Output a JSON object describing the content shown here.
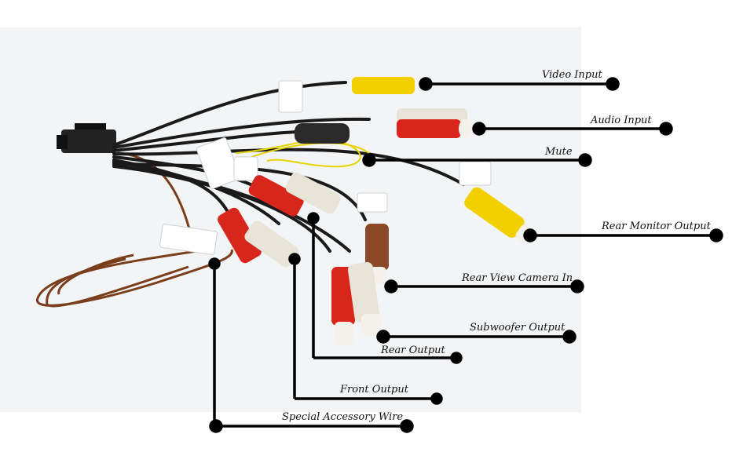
{
  "labels": {
    "video_input": "Video Input",
    "audio_input": "Audio  Input",
    "mute": "Mute",
    "rear_monitor_output": "Rear Monitor Output",
    "rear_view_camera_in": "Rear View Camera In",
    "subwoofer_output": "Subwoofer Output",
    "rear_output": "Rear Output",
    "front_output": "Front Output",
    "special_accessory_wire": "Special Accessory Wire"
  },
  "colors": {
    "background": "#ffffff",
    "photo_background": "#f3f4f6",
    "callout_line": "#000000",
    "rca_yellow": "#f2d000",
    "rca_red": "#d8261c",
    "rca_white": "#e8e4d8",
    "rca_brown": "#8a4a2a",
    "cable_black": "#1a1a1a",
    "wire_brown": "#7a3e1c"
  }
}
